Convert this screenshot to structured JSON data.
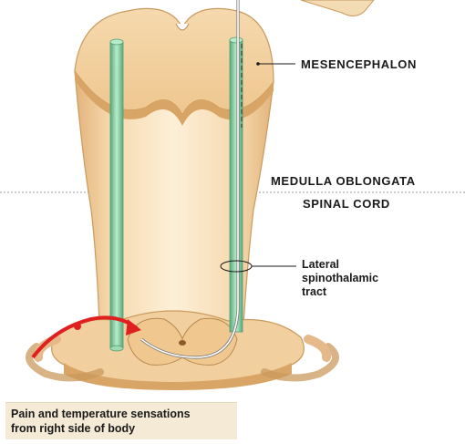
{
  "labels": {
    "mesencephalon": "MESENCEPHALON",
    "medulla_oblongata": "MEDULLA OBLONGATA",
    "spinal_cord": "SPINAL CORD",
    "lateral_tract": [
      "Lateral",
      "spinothalamic",
      "tract"
    ]
  },
  "caption": [
    "Pain and temperature sensations",
    "from right side of body"
  ],
  "colors": {
    "tissue": "#f2cf9e",
    "tissue_shadow": "#d9a566",
    "tissue_light": "#fbe6c4",
    "tract_green": "#9fd9b2",
    "tract_green_dark": "#4f9e74",
    "pathway_red": "#e02020",
    "caption_bg": "#f4ead6",
    "divider": "#9a9a9a"
  }
}
